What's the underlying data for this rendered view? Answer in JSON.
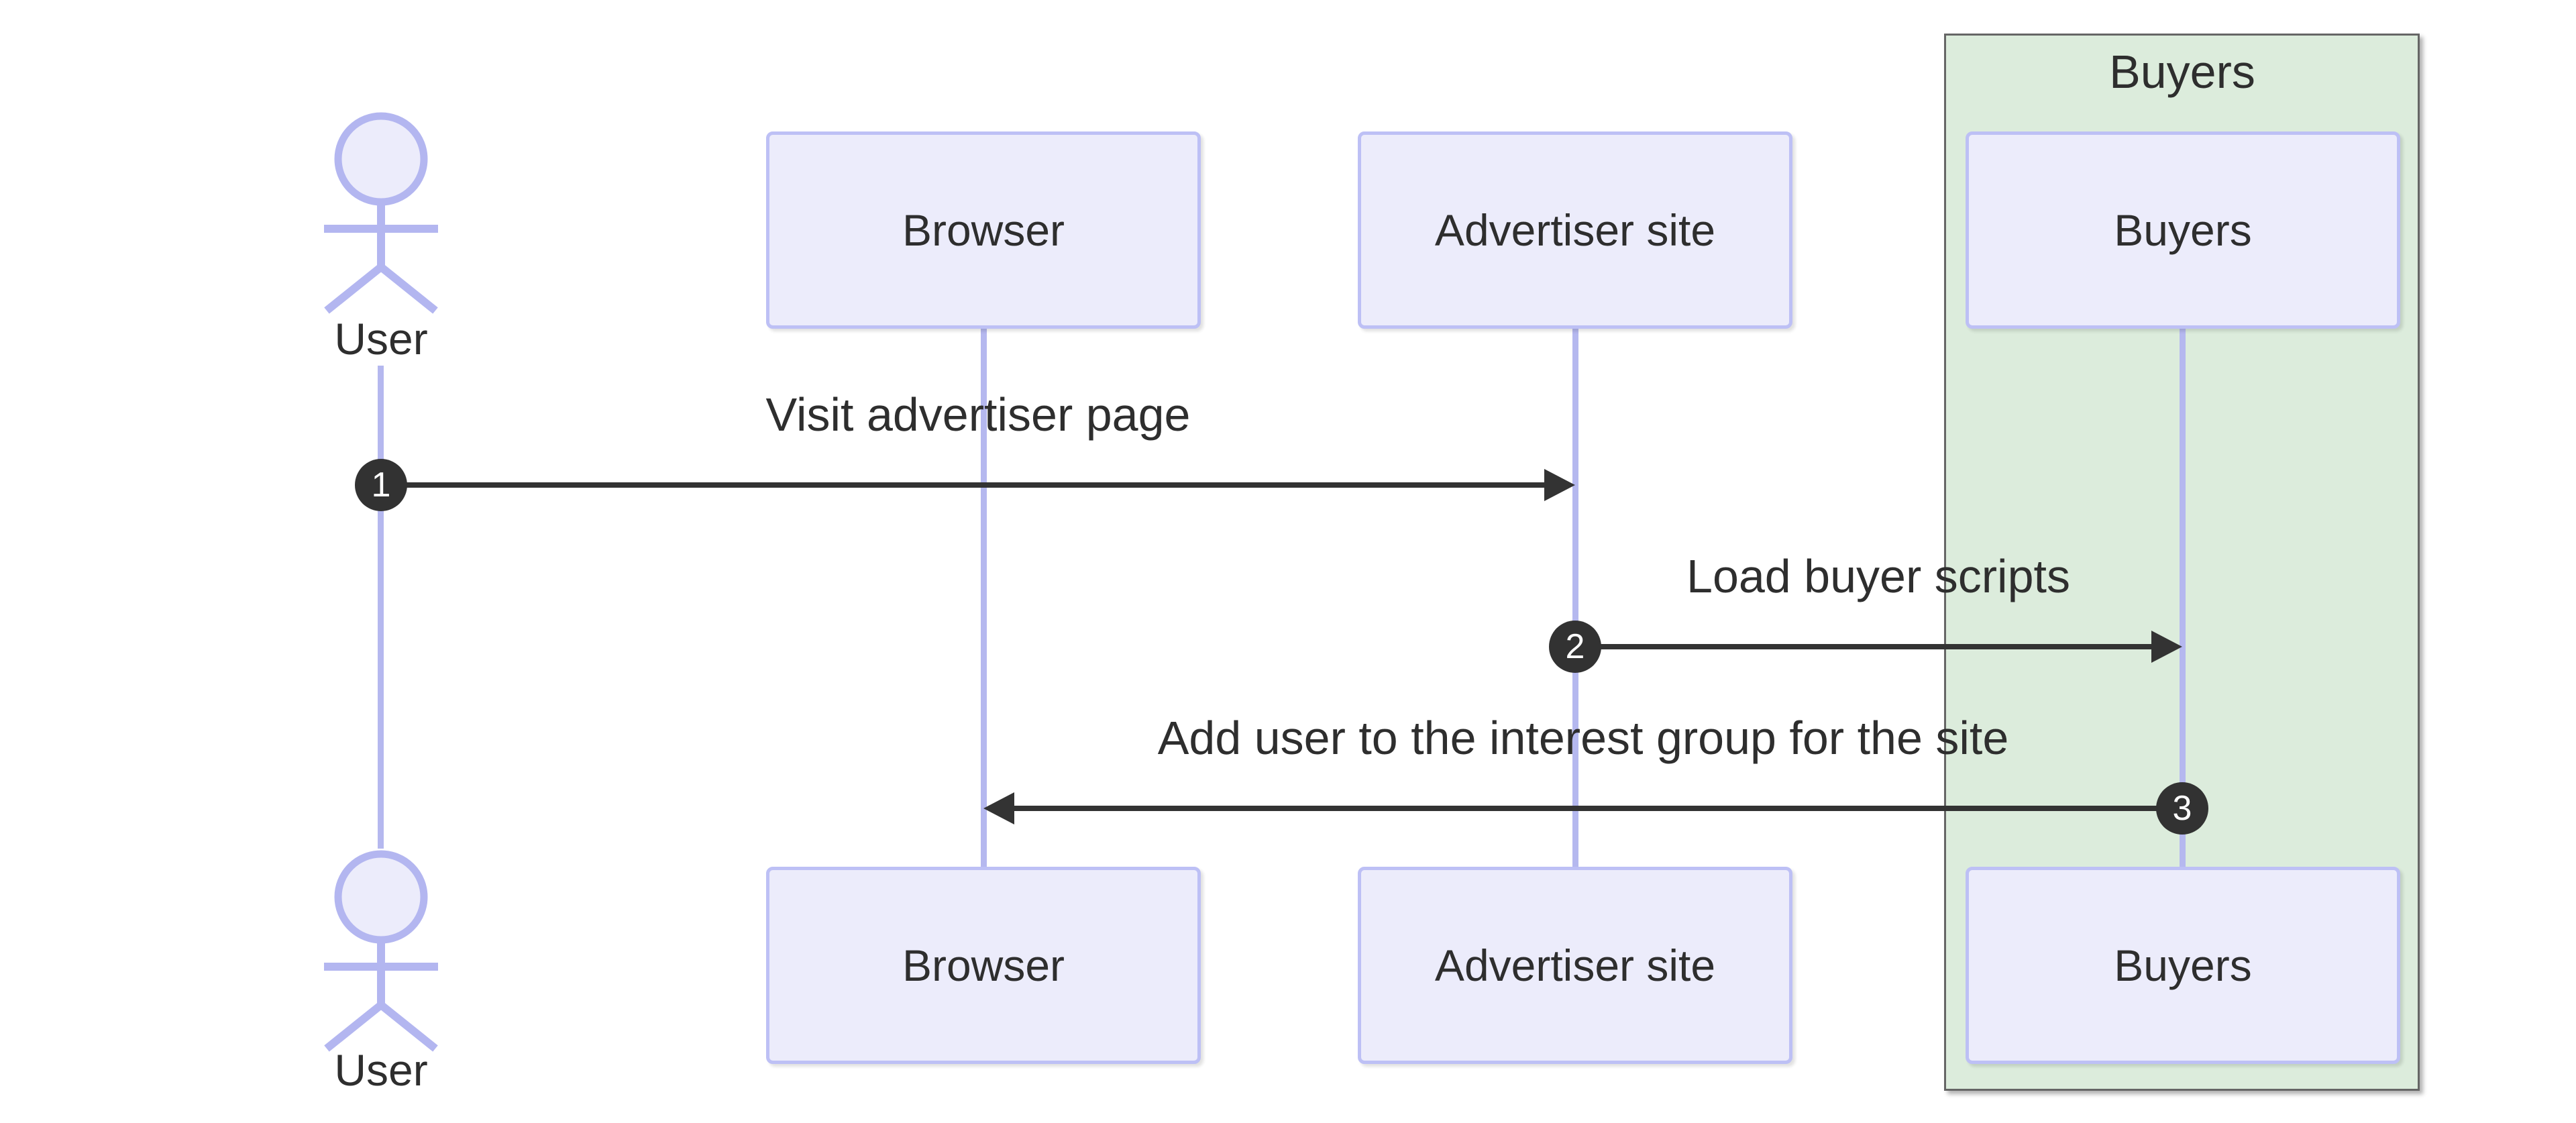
{
  "diagram_type": "sequence-diagram",
  "group": {
    "label": "Buyers"
  },
  "actors": [
    {
      "id": "user",
      "label": "User",
      "kind": "actor"
    },
    {
      "id": "browser",
      "label": "Browser",
      "kind": "participant"
    },
    {
      "id": "advertiser",
      "label": "Advertiser site",
      "kind": "participant"
    },
    {
      "id": "buyers",
      "label": "Buyers",
      "kind": "participant",
      "group": "Buyers"
    }
  ],
  "messages": [
    {
      "seq": "1",
      "text": "Visit advertiser page",
      "from": "user",
      "to": "advertiser",
      "direction": "right"
    },
    {
      "seq": "2",
      "text": "Load buyer scripts",
      "from": "advertiser",
      "to": "buyers",
      "direction": "right"
    },
    {
      "seq": "3",
      "text": "Add user to the interest group for the site",
      "from": "buyers",
      "to": "browser",
      "direction": "left"
    }
  ],
  "colors": {
    "background": "#ffffff",
    "participant_fill": "#ececfb",
    "participant_border": "#bdc0f5",
    "lifeline": "#b5b8ef",
    "actor_stroke": "#b3b6f0",
    "group_fill": "#dcecdc",
    "group_border": "#666666",
    "arrow": "#333333",
    "badge_fill": "#323232",
    "badge_text": "#ffffff",
    "text": "#2e2e2e"
  }
}
